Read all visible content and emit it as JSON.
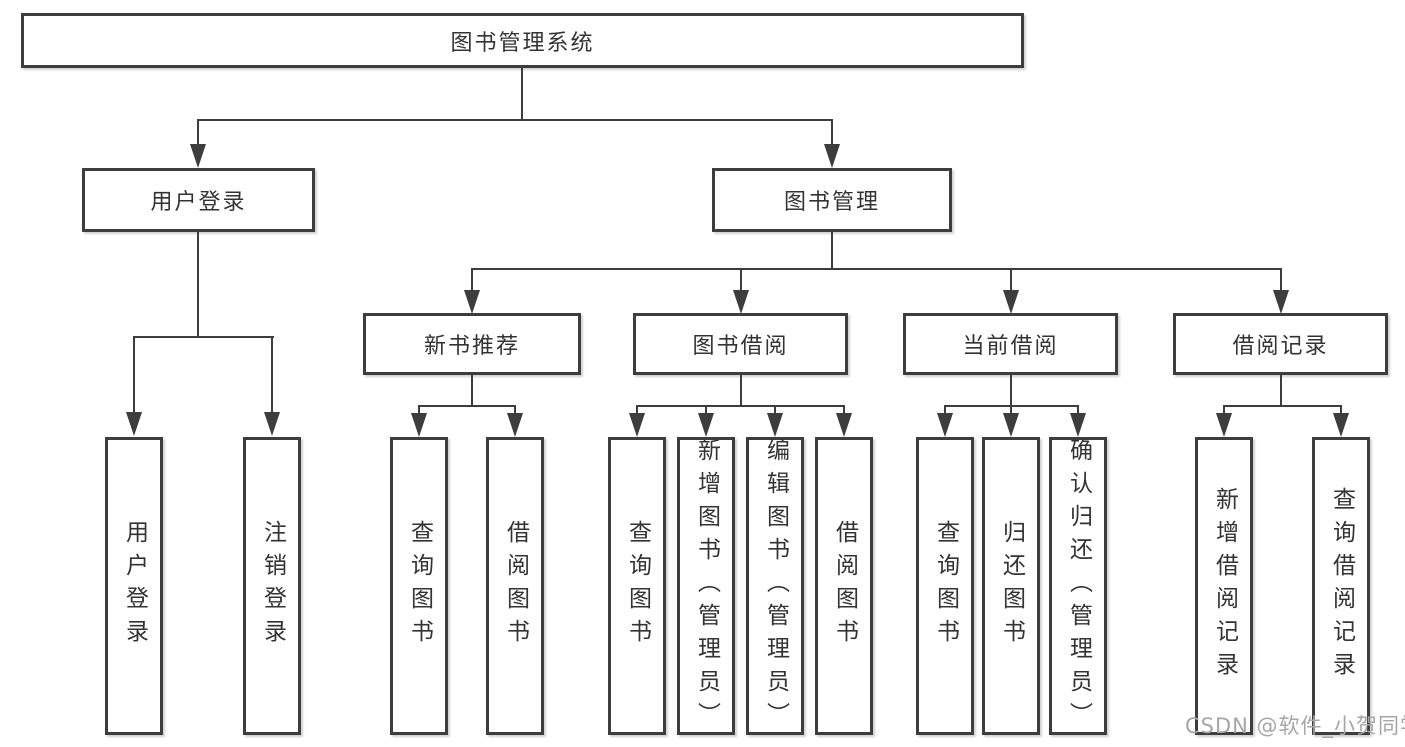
{
  "tree": {
    "root": {
      "label": "图书管理系统"
    },
    "branches": [
      {
        "label": "用户登录",
        "children": [
          {
            "label": "用户登录"
          },
          {
            "label": "注销登录"
          }
        ]
      },
      {
        "label": "图书管理",
        "children": [
          {
            "label": "新书推荐",
            "children": [
              {
                "label": "查询图书"
              },
              {
                "label": "借阅图书"
              }
            ]
          },
          {
            "label": "图书借阅",
            "children": [
              {
                "label": "查询图书"
              },
              {
                "label": "新增图书（管理员）"
              },
              {
                "label": "编辑图书（管理员）"
              },
              {
                "label": "借阅图书"
              }
            ]
          },
          {
            "label": "当前借阅",
            "children": [
              {
                "label": "查询图书"
              },
              {
                "label": "归还图书"
              },
              {
                "label": "确认归还（管理员）"
              }
            ]
          },
          {
            "label": "借阅记录",
            "children": [
              {
                "label": "新增借阅记录"
              },
              {
                "label": "查询借阅记录"
              }
            ]
          }
        ]
      }
    ]
  },
  "watermark": {
    "text": "CSDN @软件_小贺同学"
  },
  "colors": {
    "line": "#3d3d3d",
    "text": "#333333",
    "box_bg": "#ffffff",
    "page_bg": "#ffffff",
    "watermark": "#a6a6a6"
  }
}
